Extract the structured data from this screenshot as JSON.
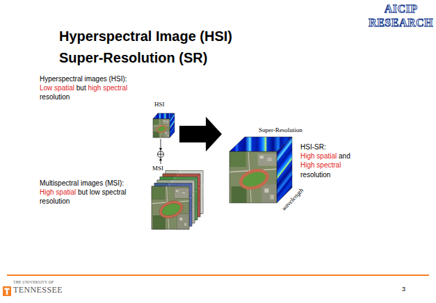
{
  "diagram": {
    "title": "Hyperspectral Image (HSI) Super-Resolution (SR)",
    "labels": [
      "AICIP",
      "RESEARCH",
      "Hyperspectral images (HSI):",
      "Low spatial",
      "but",
      "high spectral",
      "resolution",
      "HSI",
      "MSI",
      "Super-Resolution",
      "HSI-SR:",
      "High spatial",
      "and",
      "High spectral",
      "resolution",
      "wavelength",
      "Multispectral images (MSI):",
      "High spatial",
      "but low spectral",
      "resolution",
      "THE UNIVERSITY OF",
      "TENNESSEE",
      "3"
    ]
  }
}
